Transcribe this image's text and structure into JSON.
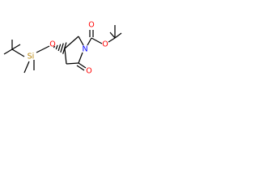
{
  "molecule": {
    "atoms": {
      "o_silyl_ether": {
        "label": "O",
        "color": "#ff0000"
      },
      "si": {
        "label": "Si",
        "color": "#b8860b"
      },
      "n_ring": {
        "label": "N",
        "color": "#0000ff"
      },
      "o_ester": {
        "label": "O",
        "color": "#ff0000"
      },
      "o_boc_carbonyl": {
        "label": "O",
        "color": "#ff0000"
      },
      "o_lactam": {
        "label": "O",
        "color": "#ff0000"
      }
    },
    "stereo": "wedge-hash"
  },
  "colors": {
    "bond": "#000000",
    "oxygen": "#ff0000",
    "nitrogen": "#0000ff",
    "silicon": "#b8860b"
  }
}
